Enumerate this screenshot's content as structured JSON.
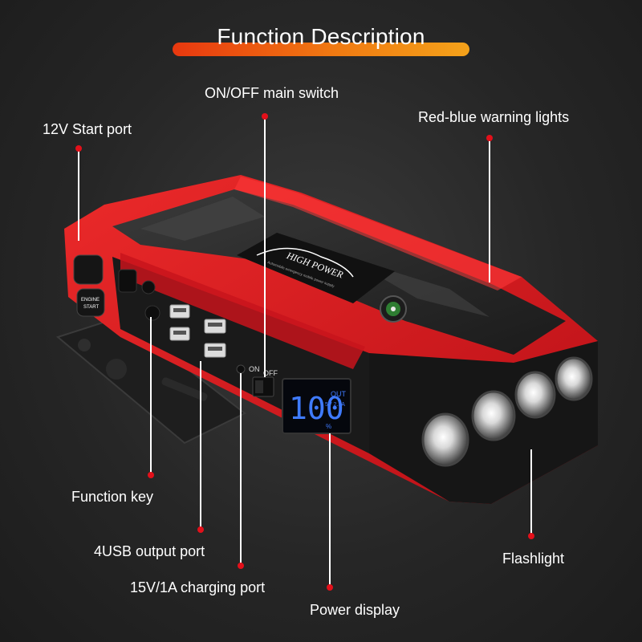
{
  "title": "Function Description",
  "colors": {
    "background": "#262626",
    "accent_gradient_start": "#e8380f",
    "accent_gradient_end": "#f4a21a",
    "device_red": "#d8121d",
    "device_black": "#1e1e1e",
    "marker_red": "#e3101a",
    "display_blue": "#3f7bff"
  },
  "labels": {
    "start_port": "12V Start port",
    "main_switch": "ON/OFF main switch",
    "warning_lights": "Red-blue warning lights",
    "function_key": "Function key",
    "usb_port": "4USB output port",
    "charging_port": "15V/1A charging port",
    "power_display": "Power display",
    "flashlight": "Flashlight"
  },
  "device": {
    "brand_text": "HIGH POWER",
    "brand_subtext": "Automobile emergency mobile power supply",
    "engine_button_line1": "ENGINE",
    "engine_button_line2": "START",
    "switch_on": "ON",
    "switch_off": "OFF",
    "display_value": "100",
    "display_out": "OUT",
    "display_spec": "5V 2.1A",
    "display_unit": "%"
  }
}
